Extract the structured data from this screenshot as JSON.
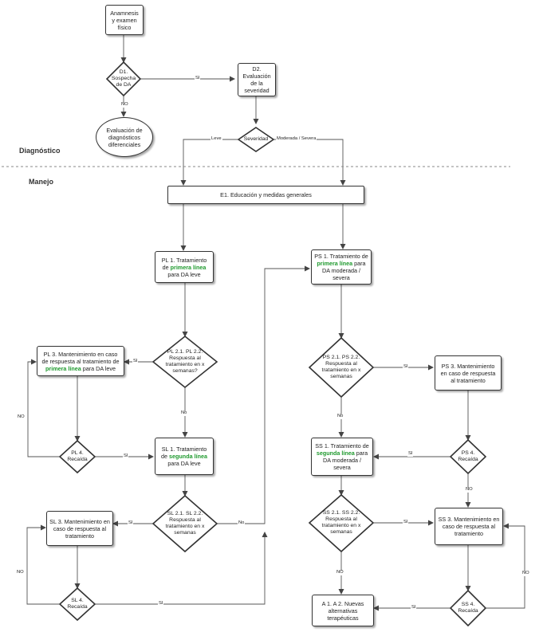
{
  "sections": {
    "diagnostico": "Diagnóstico",
    "manejo": "Manejo"
  },
  "nodes": {
    "anamnesis": "Anamnesis y examen físico",
    "d1": "D1. Sospecha de DA",
    "d2": "D2. Evaluación de la severidad",
    "eval_dif": "Evaluación de diagnósticos diferenciales",
    "severidad": "Severidad",
    "e1": "E1. Educación y medidas generales",
    "pl1_a": "PL 1. Tratamiento de",
    "pl1_g": "primera línea",
    "pl1_b": "para DA leve",
    "ps1_a": "PS 1. Tratamiento de",
    "ps1_g": "primera línea",
    "ps1_b": "para DA moderada / severa",
    "pl21": "PL 2.1. PL 2.2. Respuesta al tratamiento en x semanas?",
    "pl3_a": "PL 3. Mantenimiento en caso de respuesta al tratamiento de",
    "pl3_g": "primera línea",
    "pl3_b": "para DA leve",
    "pl4": "PL 4. Recaída",
    "sl1_a": "SL 1. Tratamiento de",
    "sl1_g": "segunda línea",
    "sl1_b": "para DA leve",
    "sl21": "SL 2.1. SL 2.2. Respuesta al tratamiento en x semanas",
    "sl3": "SL 3. Mantenimiento en caso de respuesta al tratamiento",
    "sl4": "SL 4. Recaída",
    "ps21": "PS 2.1. PS 2.2. Respuesta al tratamiento en x semanas",
    "ps3": "PS 3. Mantenimiento en caso de respuesta al tratamiento",
    "ps4": "PS 4. Recaída",
    "ss1_a": "SS 1. Tratamiento de",
    "ss1_g": "segunda línea",
    "ss1_b": "para DA moderada / severa",
    "ss21": "SS 2.1. SS 2.2. Respuesta al tratamiento en x semanas",
    "ss3": "SS 3. Mantenimiento en caso de respuesta al tratamiento",
    "ss4": "SS 4. Recaída",
    "a1": "A 1. A 2. Nuevas alternativas terapéuticas"
  },
  "edge_labels": {
    "si": "SI",
    "no": "NO",
    "no_lower": "No",
    "leve": "Leve",
    "moderada": "Moderada / Severa"
  },
  "colors": {
    "accent_green": "#1f9a2e",
    "line": "#444444"
  }
}
